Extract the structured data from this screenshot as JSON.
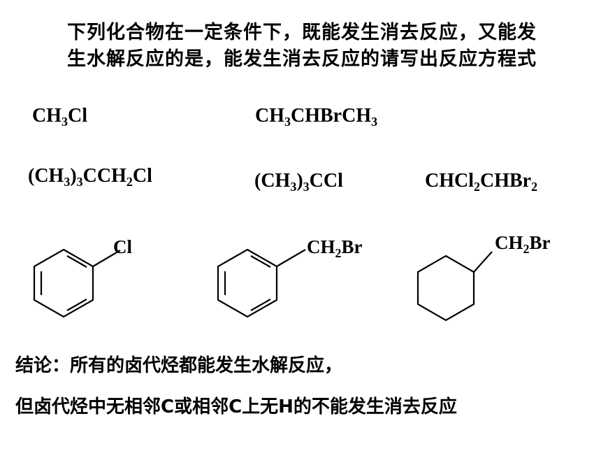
{
  "title": {
    "line1": "下列化合物在一定条件下，既能发生消去反应，又能发",
    "line2": "生水解反应的是，能发生消去反应的请写出反应方程式"
  },
  "formulas": {
    "f1": {
      "p1": "CH",
      "s1": "3",
      "p2": "Cl"
    },
    "f2": {
      "p1": "CH",
      "s1": "3",
      "p2": "CHBrCH",
      "s2": "3"
    },
    "f3": {
      "p1": "(CH",
      "s1": "3",
      "p2": ")",
      "s2": "3",
      "p3": "CCH",
      "s3": "2",
      "p4": "Cl"
    },
    "f4": {
      "p1": "(CH",
      "s1": "3",
      "p2": ")",
      "s2": "3",
      "p3": "CCl"
    },
    "f5": {
      "p1": "CHCl",
      "s1": "2",
      "p2": "CHBr",
      "s2": "2"
    }
  },
  "structures": {
    "chlorobenzene": {
      "label": "Cl"
    },
    "benzyl_bromide": {
      "label_p1": "CH",
      "label_s1": "2",
      "label_p2": "Br"
    },
    "cyclohexylmethyl_bromide": {
      "label_p1": "CH",
      "label_s1": "2",
      "label_p2": "Br"
    }
  },
  "conclusion": {
    "line1": "结论：所有的卤代烃都能发生水解反应，",
    "line2": "但卤代烃中无相邻C或相邻C上无H的不能发生消去反应"
  }
}
